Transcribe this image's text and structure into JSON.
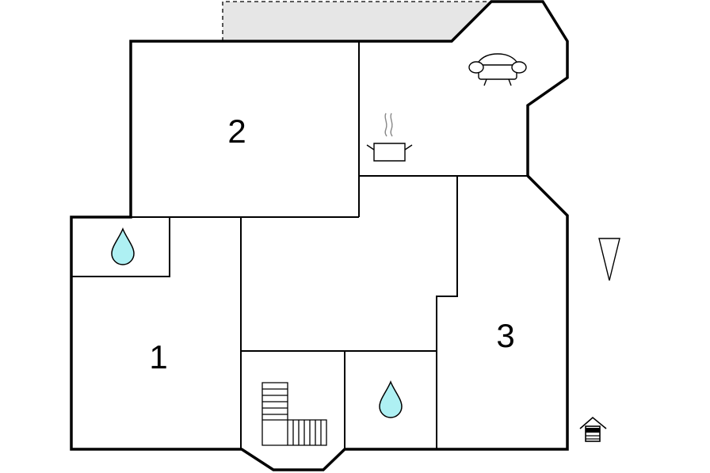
{
  "floor_plan": {
    "rooms": [
      {
        "id": "room-1",
        "label": "1"
      },
      {
        "id": "room-2",
        "label": "2"
      },
      {
        "id": "room-3",
        "label": "3"
      }
    ],
    "icons": [
      "water-drop-icon",
      "water-drop-icon",
      "staircase-icon",
      "kitchen-pot-icon",
      "sofa-icon",
      "north-arrow-icon",
      "entrance-house-icon"
    ],
    "colors": {
      "wall": "#000000",
      "terrace": "#e6e6e6",
      "water": "#aef0f3"
    }
  }
}
